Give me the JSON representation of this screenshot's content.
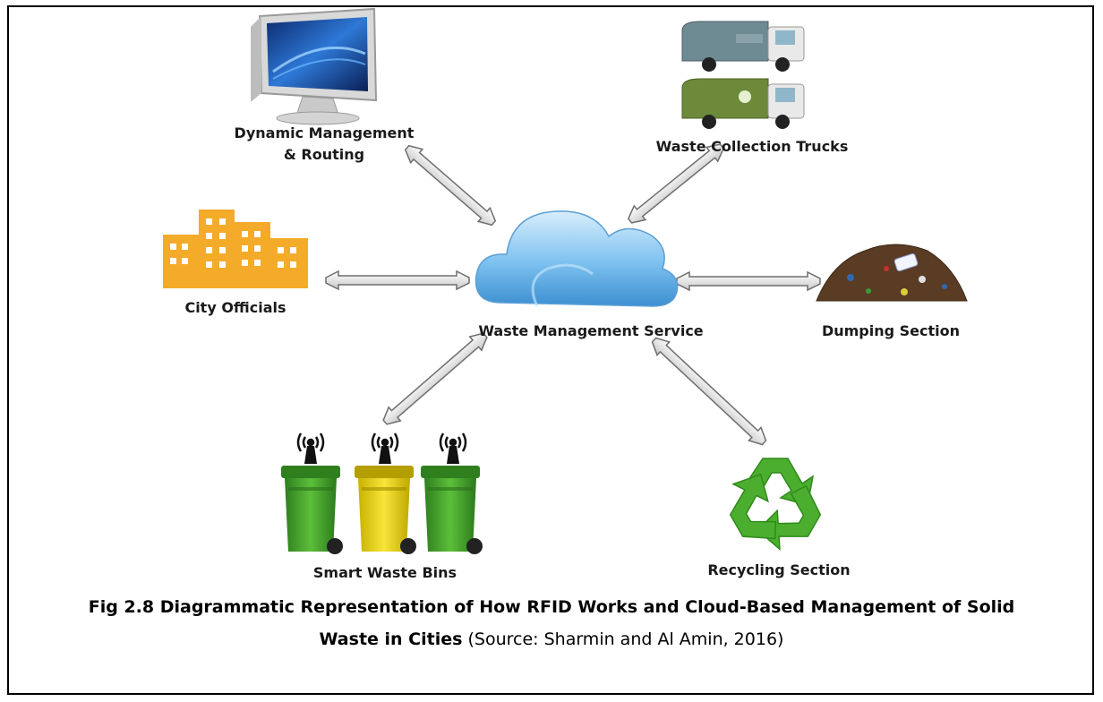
{
  "nodes": {
    "center": "Waste Management Service",
    "dynamic": [
      "Dynamic Management",
      "& Routing"
    ],
    "trucks": "Waste Collection Trucks",
    "city": "City Officials",
    "dumping": "Dumping Section",
    "bins": "Smart Waste Bins",
    "recycling": "Recycling Section"
  },
  "caption": {
    "bold_line1": "Fig 2.8 Diagrammatic Representation of How RFID Works and Cloud-Based Management of Solid",
    "bold_line2": "Waste in Cities",
    "source": " (Source: Sharmin and Al Amin, 2016)"
  },
  "icons": [
    "monitor-icon",
    "garbage-truck-icon",
    "city-buildings-icon",
    "cloud-icon",
    "waste-pile-icon",
    "smart-bin-icon",
    "recycle-icon",
    "wireless-signal-icon"
  ],
  "colors": {
    "cloud": "#6fb6e8",
    "buildings": "#f4ab2a",
    "bin_green": "#3f9a2c",
    "bin_yellow": "#e8d414",
    "recycle": "#4cae2f"
  }
}
